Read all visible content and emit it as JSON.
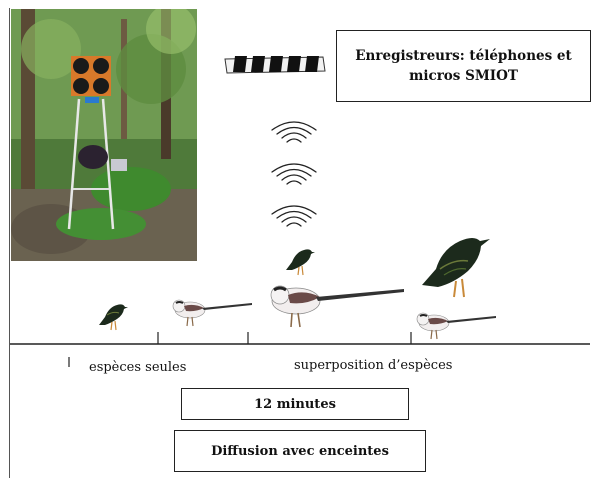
{
  "recorders_box": {
    "text": "Enregistreurs: téléphones et micros SMIOT"
  },
  "labels": {
    "single_species": "espèces seules",
    "species_overlap": "superposition d’espèces"
  },
  "duration_box": {
    "text": "12 minutes"
  },
  "diffusion_box": {
    "text": "Diffusion avec enceintes"
  },
  "icons": [
    "field-speaker-photo",
    "recorder-array-icon",
    "sound-wave-icon",
    "starling-icon",
    "long-tailed-tit-icon"
  ],
  "colors": {
    "line": "#222222",
    "box_border": "#222222",
    "starling": "#1c2a1c",
    "tit_body": "#f2eeee",
    "tit_wing": "#6a4a48"
  }
}
